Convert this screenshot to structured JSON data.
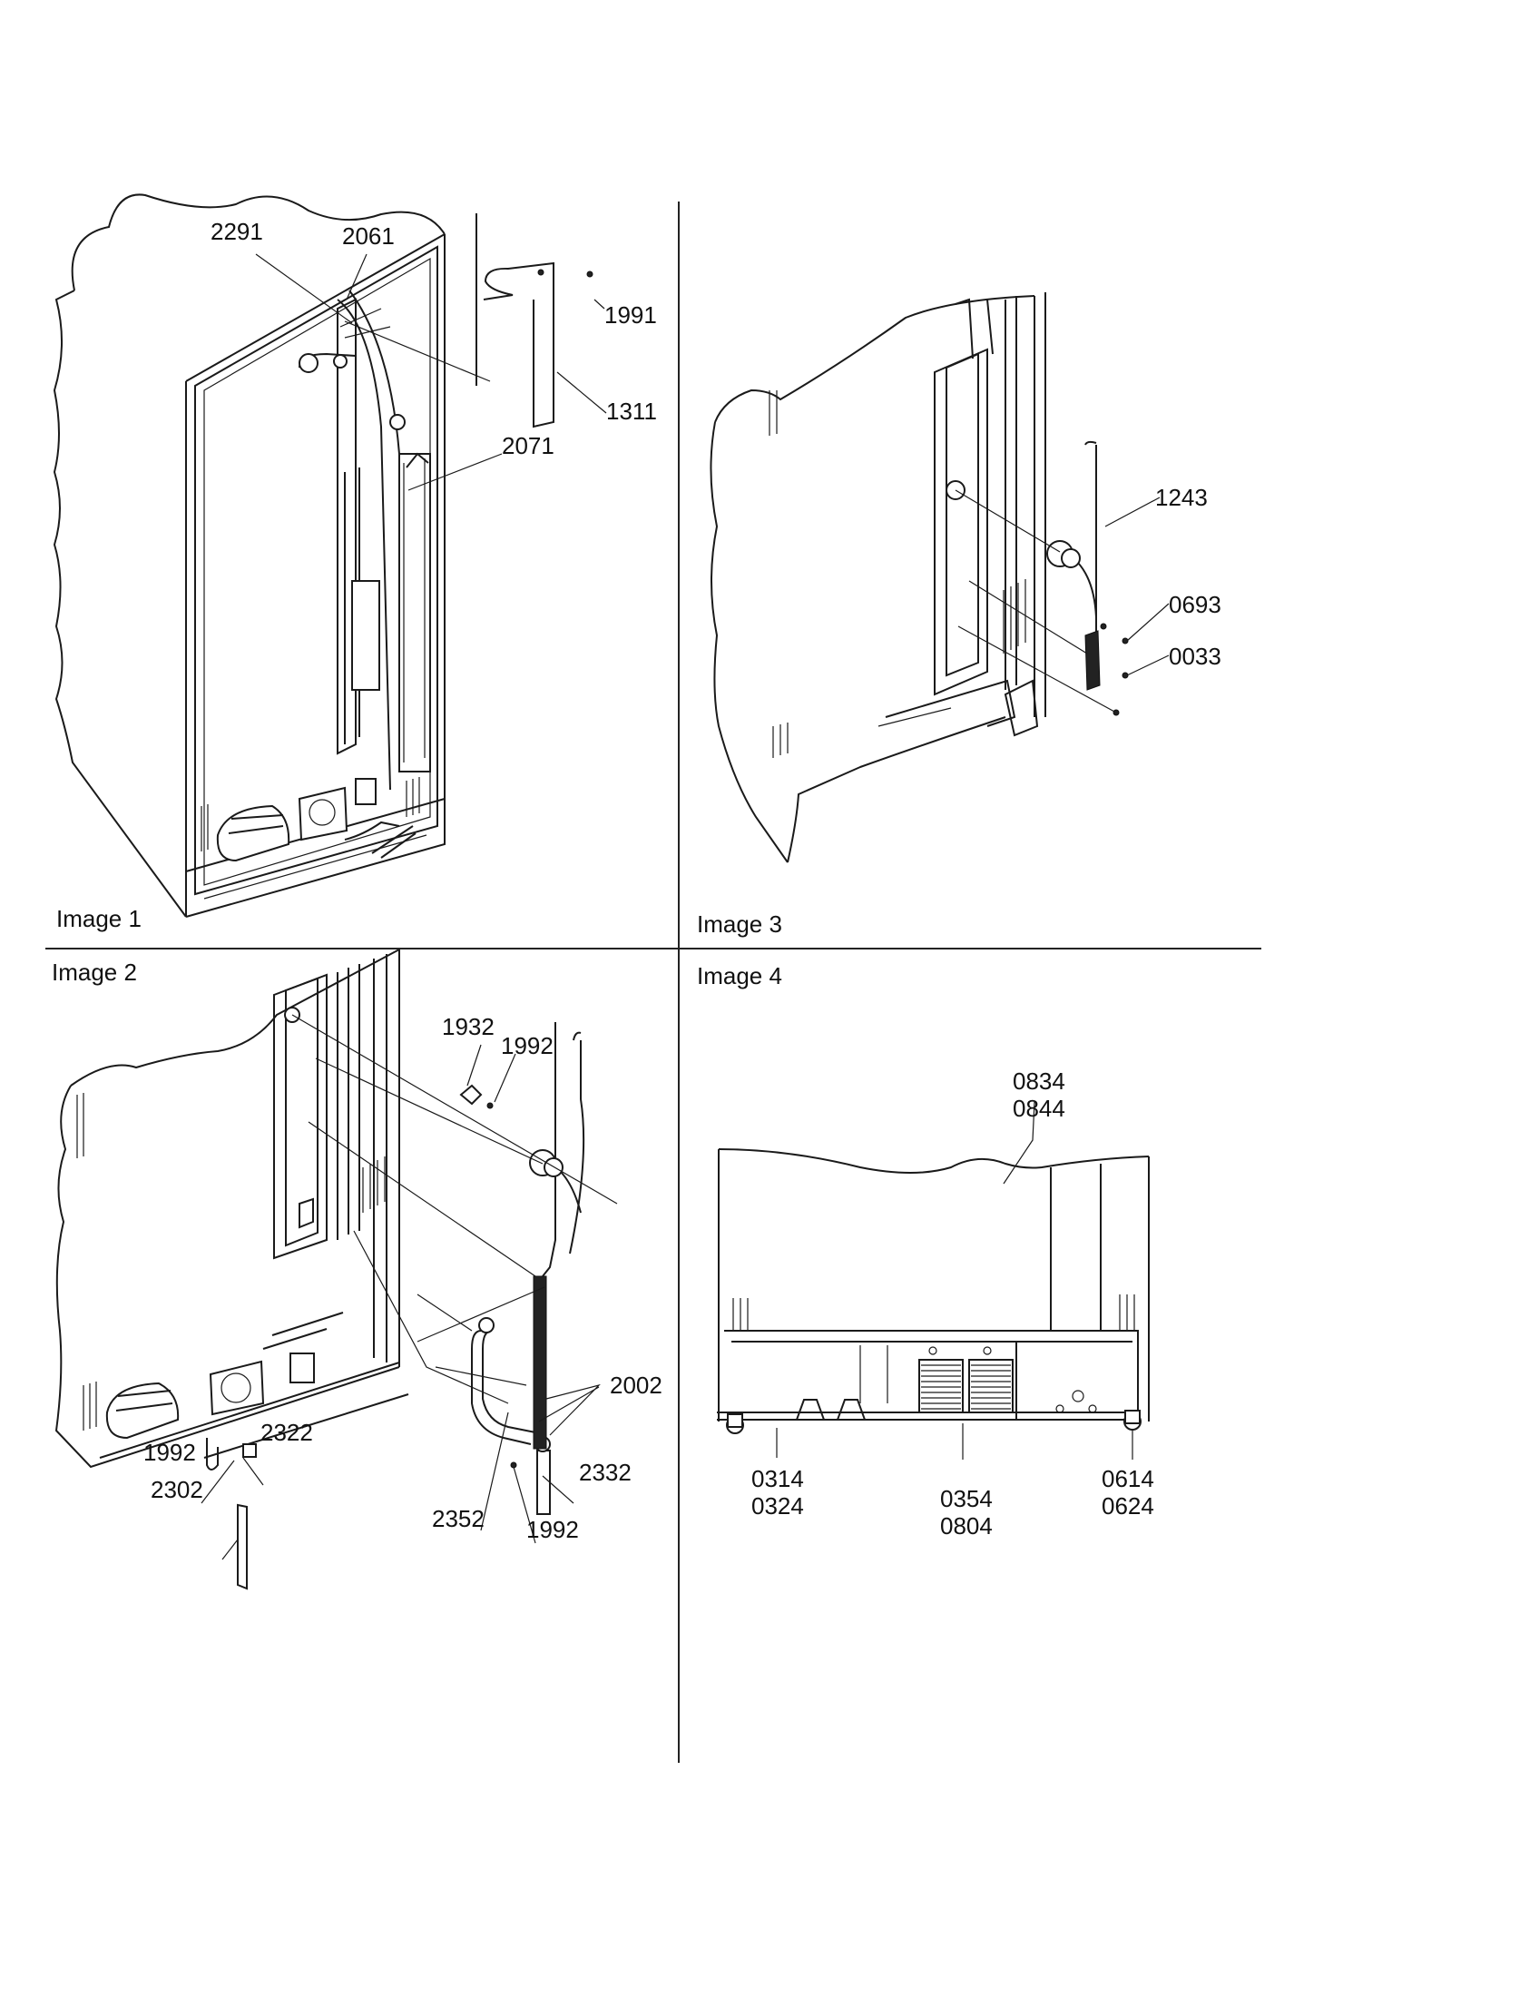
{
  "panels": [
    {
      "caption": "Image 1",
      "labels": [
        "2291",
        "2061",
        "1991",
        "1311",
        "2071"
      ]
    },
    {
      "caption": "Image 2",
      "labels": [
        "1932",
        "1992",
        "2002",
        "2322",
        "1992",
        "2302",
        "2352",
        "2332",
        "1992"
      ]
    },
    {
      "caption": "Image 3",
      "labels": [
        "1243",
        "0693",
        "0033"
      ]
    },
    {
      "caption": "Image 4",
      "labels": [
        "0834\n0844",
        "0314\n0324",
        "0354\n0804",
        "0614\n0624"
      ]
    }
  ]
}
